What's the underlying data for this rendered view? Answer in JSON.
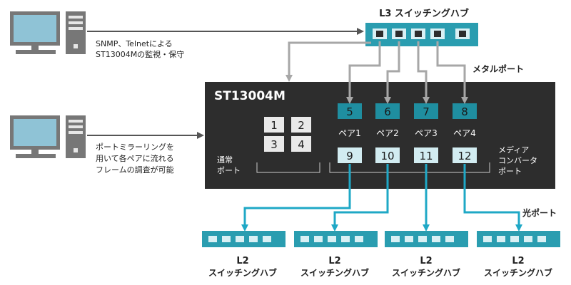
{
  "l3_switch": {
    "label": "L3 スイッチングハブ"
  },
  "pc_top": {
    "caption_lines": [
      "SNMP、Telnetによる",
      "ST13004Mの監視・保守"
    ]
  },
  "pc_bottom": {
    "caption_lines": [
      "ポートミラーリングを",
      "用いて各ペアに流れる",
      "フレームの調査が可能"
    ]
  },
  "device": {
    "title": "ST13004M",
    "normal_ports": [
      "1",
      "2",
      "3",
      "4"
    ],
    "normal_ports_label_lines": [
      "通常",
      "ポート"
    ],
    "metal_ports": [
      "5",
      "6",
      "7",
      "8"
    ],
    "pair_labels": [
      "ペア1",
      "ペア2",
      "ペア3",
      "ペア4"
    ],
    "optical_ports": [
      "9",
      "10",
      "11",
      "12"
    ],
    "media_converter_label_lines": [
      "メディア",
      "コンバータ",
      "ポート"
    ]
  },
  "labels": {
    "metal_port": "メタルポート",
    "optical_port": "光ポート"
  },
  "l2_switches": [
    {
      "label_lines": [
        "L2",
        "スイッチングハブ"
      ]
    },
    {
      "label_lines": [
        "L2",
        "スイッチングハブ"
      ]
    },
    {
      "label_lines": [
        "L2",
        "スイッチングハブ"
      ]
    },
    {
      "label_lines": [
        "L2",
        "スイッチングハブ"
      ]
    }
  ],
  "colors": {
    "device_body": "#2d2d2d",
    "metal_port": "#1f8ea0",
    "optical_port": "#d2ecf1",
    "normal_port": "#e9e9e9",
    "switch_body": "#2a9db0",
    "switch_port": "#d9f0f4",
    "fiber_link": "#1fa8c6",
    "metal_link": "#a7a7a7",
    "mgmt_link": "#555555",
    "pc_gray": "#777777",
    "pc_screen": "#8fc3d6"
  },
  "icons": [
    "computer-icon",
    "switch-icon",
    "arrow-icon"
  ]
}
